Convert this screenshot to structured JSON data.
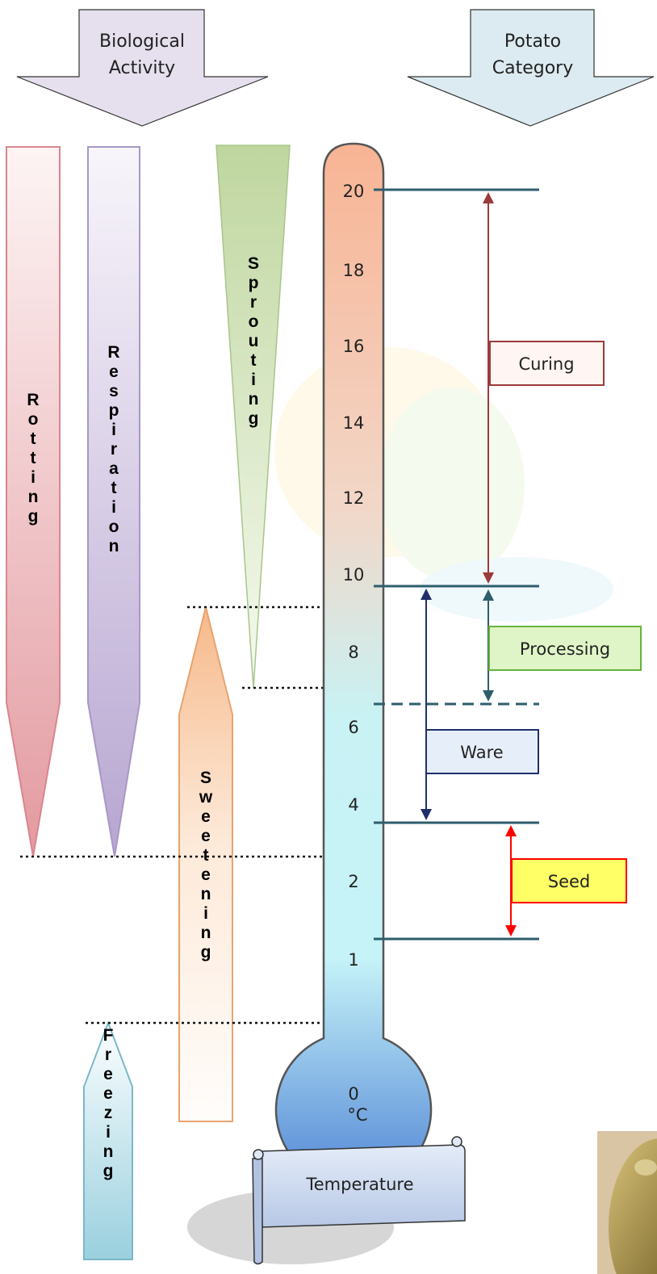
{
  "header": {
    "biological_activity": [
      "Biological",
      "Activity"
    ],
    "potato_category": [
      "Potato",
      "Category"
    ]
  },
  "activities": {
    "rotting": "Rotting",
    "respiration": "Respiration",
    "sprouting": "Sprouting",
    "sweetening": "Sweetening",
    "freezing": "Freezing"
  },
  "thermometer": {
    "ticks": [
      "20",
      "18",
      "16",
      "14",
      "12",
      "10",
      "8",
      "6",
      "4",
      "2",
      "1",
      "0"
    ],
    "unit": "°C"
  },
  "categories": {
    "curing": "Curing",
    "processing": "Processing",
    "ware": "Ware",
    "seed": "Seed"
  },
  "footer": {
    "temperature": "Temperature"
  },
  "colors": {
    "bio_arrow": "#e6e0ee",
    "potato_arrow": "#dcebf1",
    "rotting": "#e9a0a6",
    "respiration": "#bcaed5",
    "sprouting": "#c5d9a8",
    "sweetening": "#f8c49a",
    "freezing": "#9fd3e0",
    "thermo_top": "#f9b998",
    "thermo_bottom": "#5b8fd8",
    "line": "#2e5e6c",
    "curing": "#9b3a3a",
    "processing_fill": "#dff5c8",
    "ware_border": "#1f2f6b",
    "seed_fill": "#ffff66",
    "seed_arrow": "#ff0000"
  }
}
